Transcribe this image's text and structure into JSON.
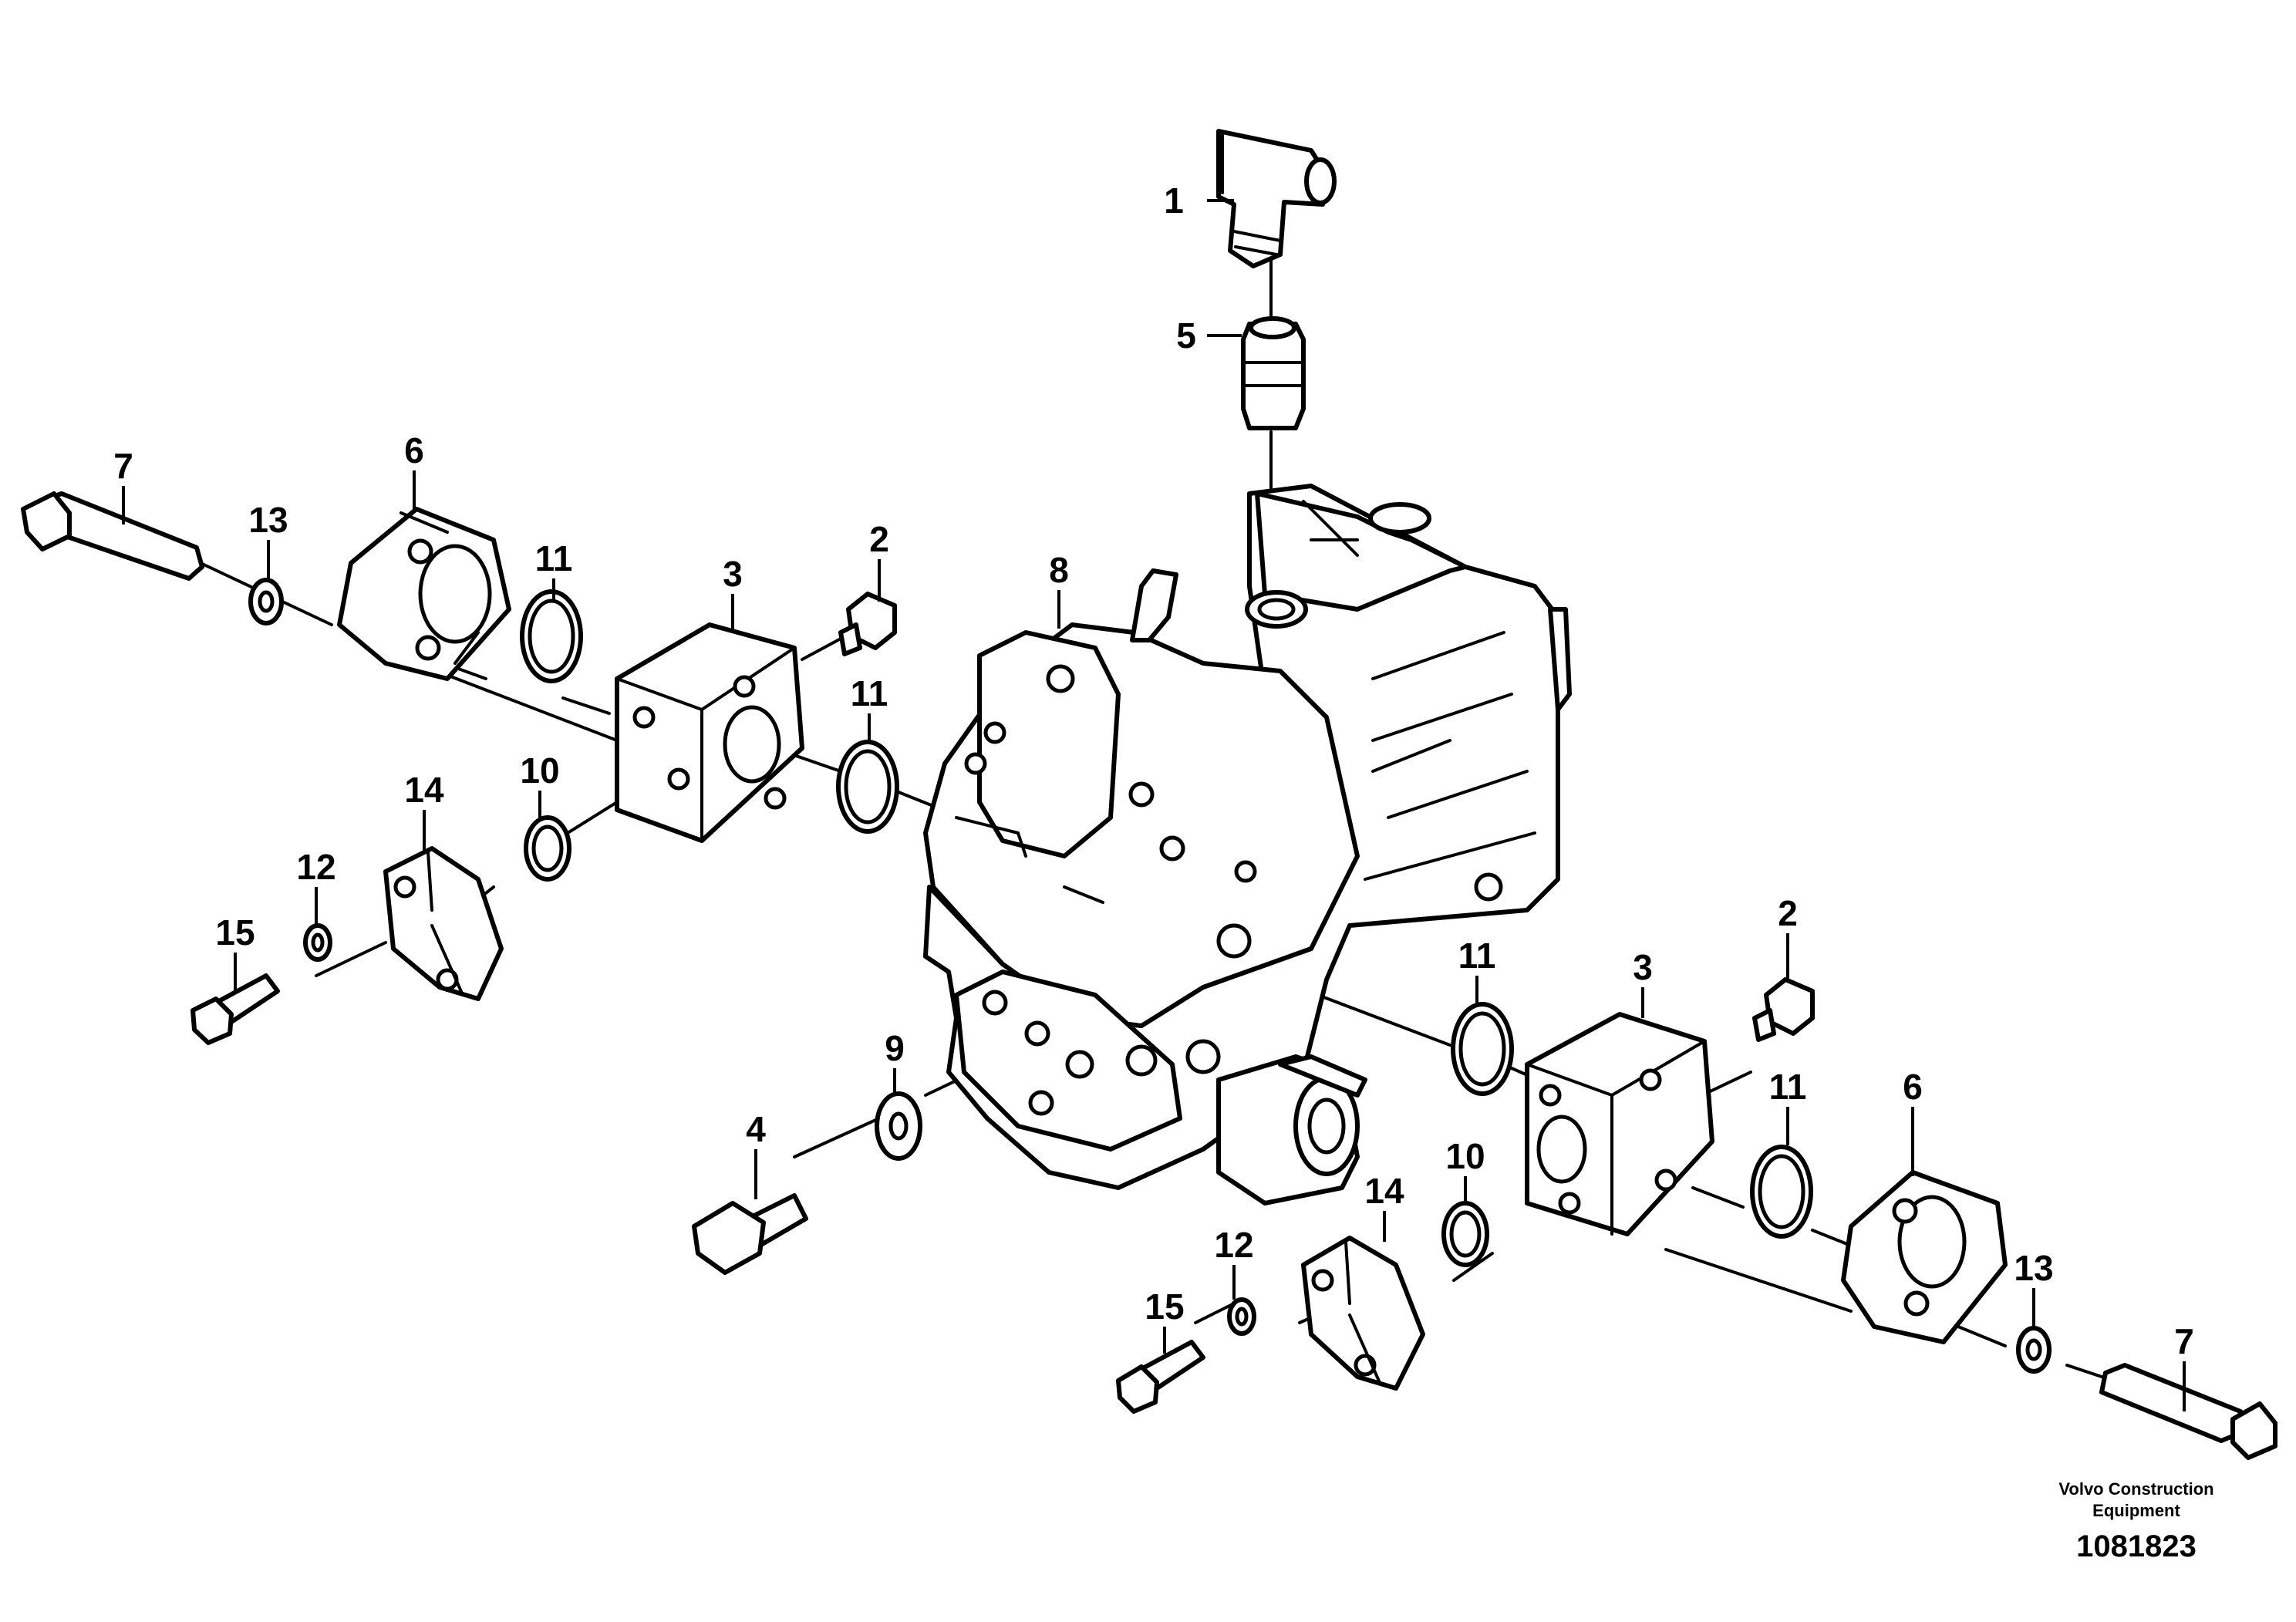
{
  "diagram": {
    "callouts": [
      {
        "id": "c1",
        "label": "1"
      },
      {
        "id": "c5",
        "label": "5"
      },
      {
        "id": "c7a",
        "label": "7"
      },
      {
        "id": "c6a",
        "label": "6"
      },
      {
        "id": "c13a",
        "label": "13"
      },
      {
        "id": "c11a",
        "label": "11"
      },
      {
        "id": "c3a",
        "label": "3"
      },
      {
        "id": "c2a",
        "label": "2"
      },
      {
        "id": "c8",
        "label": "8"
      },
      {
        "id": "c11b",
        "label": "11"
      },
      {
        "id": "c14a",
        "label": "14"
      },
      {
        "id": "c10a",
        "label": "10"
      },
      {
        "id": "c12a",
        "label": "12"
      },
      {
        "id": "c15a",
        "label": "15"
      },
      {
        "id": "c2b",
        "label": "2"
      },
      {
        "id": "c3b",
        "label": "3"
      },
      {
        "id": "c11c",
        "label": "11"
      },
      {
        "id": "c9",
        "label": "9"
      },
      {
        "id": "c4",
        "label": "4"
      },
      {
        "id": "c11d",
        "label": "11"
      },
      {
        "id": "c6b",
        "label": "6"
      },
      {
        "id": "c10b",
        "label": "10"
      },
      {
        "id": "c14b",
        "label": "14"
      },
      {
        "id": "c12b",
        "label": "12"
      },
      {
        "id": "c13b",
        "label": "13"
      },
      {
        "id": "c15b",
        "label": "15"
      },
      {
        "id": "c7b",
        "label": "7"
      }
    ],
    "credit_line1": "Volvo Construction",
    "credit_line2": "Equipment",
    "drawing_number": "1081823"
  }
}
